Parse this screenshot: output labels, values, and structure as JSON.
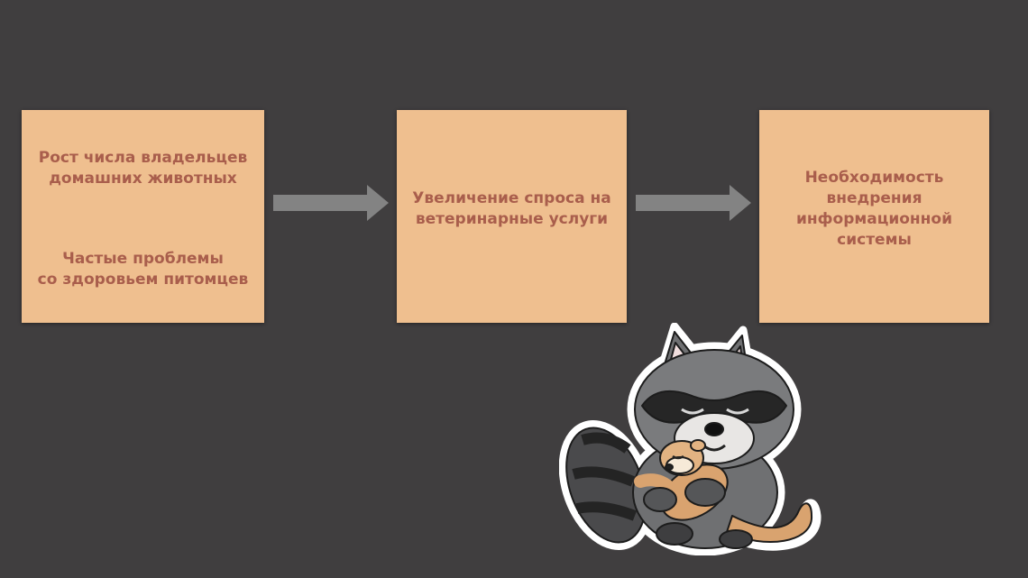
{
  "diagram": {
    "boxes": [
      {
        "lines": [
          "Рост числа владельцев\nдомашних животных",
          "Частые проблемы\nсо здоровьем питомцев"
        ]
      },
      {
        "lines": [
          "Увеличение спроса на\nветеринарные услуги"
        ]
      },
      {
        "lines": [
          "Необходимость\nвнедрения\nинформационной\nсистемы"
        ]
      }
    ],
    "arrows": [
      {
        "from": 0,
        "to": 1
      },
      {
        "from": 1,
        "to": 2
      }
    ]
  },
  "colors": {
    "background": "#403e3f",
    "box_fill": "#efbf8f",
    "box_text": "#a95e4c",
    "arrow": "#838383"
  },
  "illustration": {
    "icon": "raccoon-hugging-ferret-sticker"
  }
}
